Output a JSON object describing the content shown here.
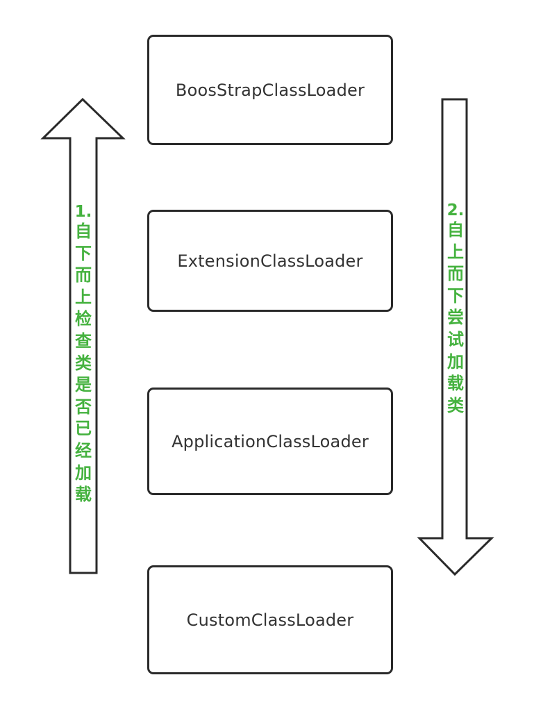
{
  "boxes": [
    {
      "label": "BoosStrapClassLoader"
    },
    {
      "label": "ExtensionClassLoader"
    },
    {
      "label": "ApplicationClassLoader"
    },
    {
      "label": "CustomClassLoader"
    }
  ],
  "left_arrow": {
    "number": "1.",
    "text": "自下而上检查类是否已经加载",
    "direction": "up"
  },
  "right_arrow": {
    "number": "2.",
    "text": "自上而下尝试加载类",
    "direction": "down"
  },
  "colors": {
    "box_border": "#2a2a2a",
    "box_text": "#333333",
    "arrow_stroke": "#2a2a2a",
    "annotation_text": "#45b23f"
  }
}
